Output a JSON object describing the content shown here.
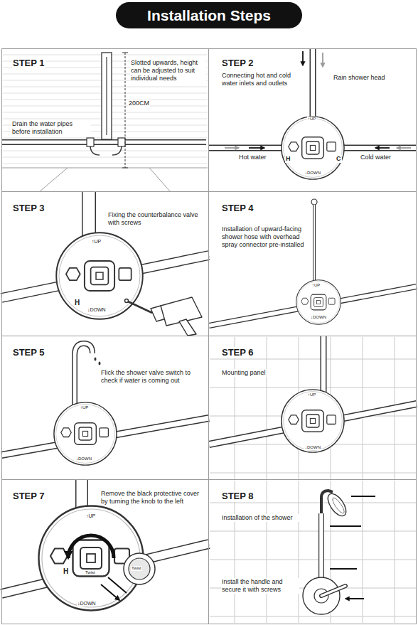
{
  "diagram": {
    "title": "Installation Steps",
    "nodes": [
      {
        "text": [
          "STEP 1",
          "Drain the water pipes before installation",
          "Slotted upwards, height can be adjusted to suit individual needs"
        ]
      },
      {
        "text": [
          "STEP 2",
          "Connecting hot and cold water inlets and outlets"
        ]
      },
      {
        "text": [
          "STEP 3",
          "Fixing the counterbalance valve with screws"
        ]
      },
      {
        "text": [
          "STEP 4",
          "Installation of upward-facing shower hose with overhead spray connector pre-installed"
        ]
      },
      {
        "text": [
          "STEP 5",
          "Flick the shower valve switch to check if water is coming out"
        ]
      },
      {
        "text": [
          "STEP 6",
          "Mounting panel"
        ]
      },
      {
        "text": [
          "STEP 7",
          "Remove the black protective cover by turning the knob to the left"
        ]
      },
      {
        "text": [
          "STEP 8",
          "Installation of the shower",
          "Install the handle and secure it with screws"
        ]
      }
    ],
    "labels": [
      "200CM",
      "Rain shower head",
      "↑UP",
      "Hot water",
      "H",
      "C",
      "Cold water",
      "↓DOWN",
      "↑UP",
      "H",
      "↓DOWN",
      "↑UP",
      "↓DOWN",
      "↑UP",
      "↓DOWN",
      "↑UP",
      "↓DOWN",
      "↑UP",
      "H",
      "Twist",
      "Twist",
      "↓DOWN"
    ]
  }
}
